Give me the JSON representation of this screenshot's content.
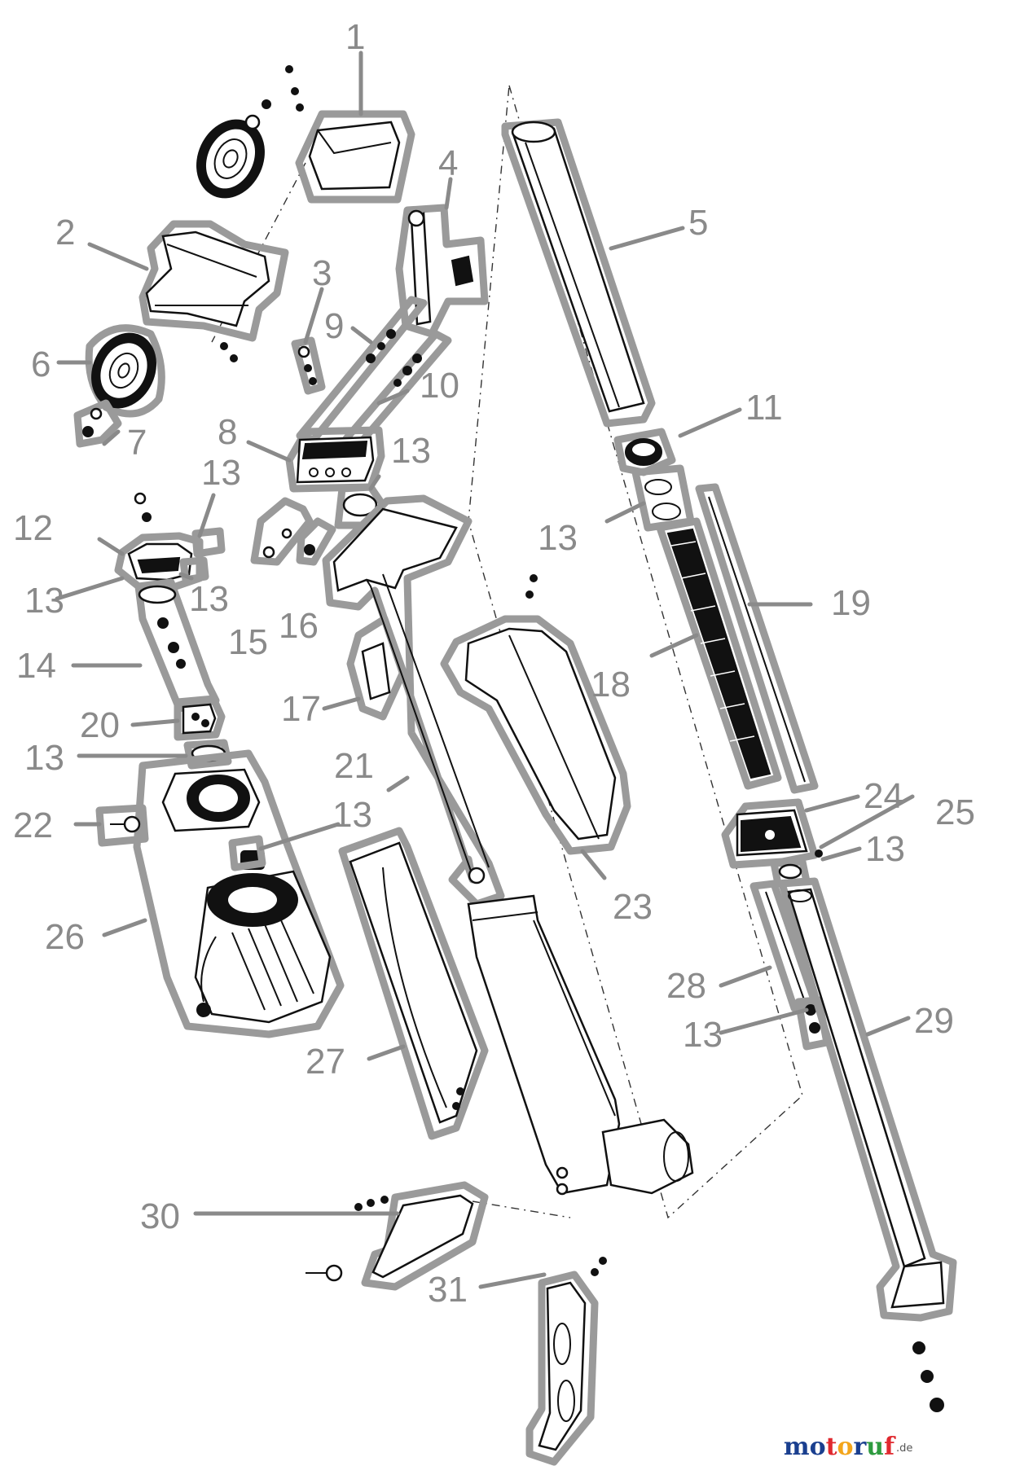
{
  "labels": [
    "1",
    "2",
    "3",
    "4",
    "5",
    "6",
    "7",
    "8",
    "9",
    "10",
    "11",
    "12",
    "13",
    "14",
    "15",
    "16",
    "17",
    "18",
    "19",
    "20",
    "21",
    "22",
    "23",
    "24",
    "25",
    "26",
    "27",
    "28",
    "29",
    "30",
    "31"
  ],
  "repeat_label": "13",
  "watermark": {
    "brand": "motoruf",
    "suffix": ".de",
    "letter_colors": [
      "#1a3f8f",
      "#1a3f8f",
      "#e0292f",
      "#f3a51b",
      "#1a3f8f",
      "#2e9b3f",
      "#e0292f"
    ]
  },
  "colors": {
    "outline": "#9a9a9a",
    "ink": "#111111",
    "label": "#8a8a8a"
  }
}
